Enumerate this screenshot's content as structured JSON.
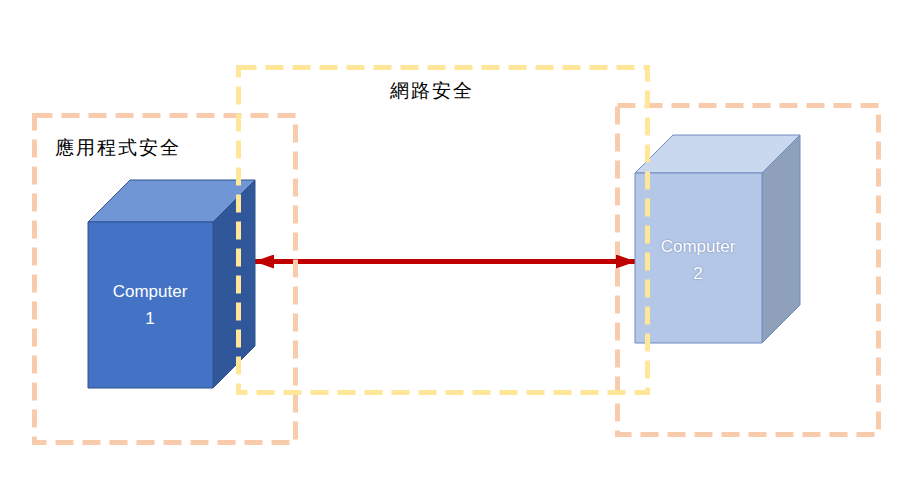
{
  "diagram": {
    "nodes": [
      {
        "text": [
          "應用程式安全"
        ]
      },
      {
        "text": [
          "Computer 1"
        ],
        "in": 0
      },
      {
        "text": [
          "網路安全"
        ]
      },
      {
        "text": [
          "Computer 2"
        ]
      }
    ],
    "edges": [
      {
        "from": 1,
        "to": 3,
        "arrow": "both"
      }
    ]
  }
}
